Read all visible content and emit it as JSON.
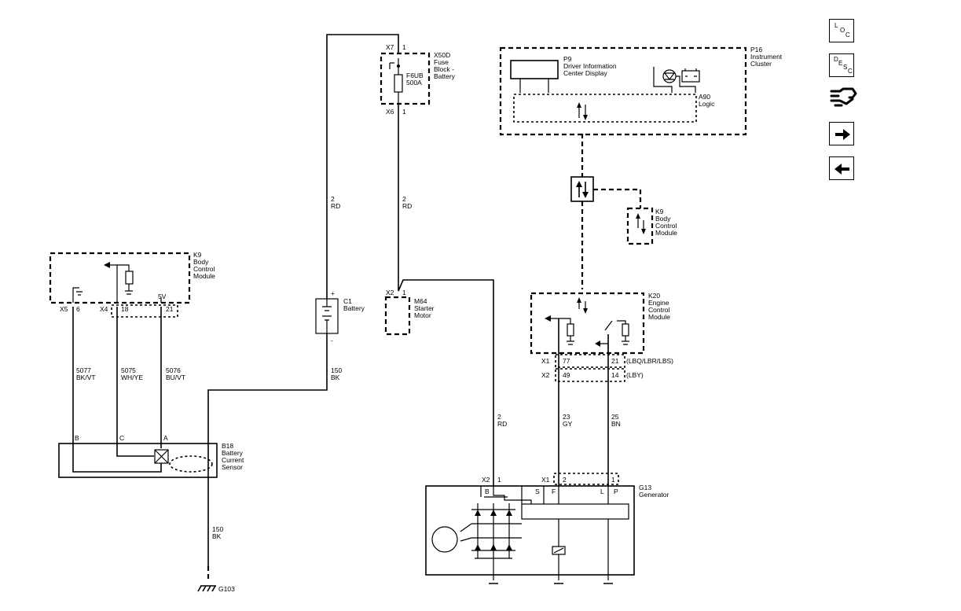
{
  "nav": {
    "loc": [
      "L",
      "O",
      "C"
    ],
    "desc": [
      "D",
      "E",
      "S",
      "C"
    ]
  },
  "components": {
    "x50d": [
      "X50D",
      "Fuse",
      "Block -",
      "Battery"
    ],
    "f6ub": [
      "F6UB",
      "500A"
    ],
    "p16": [
      "P16",
      "Instrument",
      "Cluster"
    ],
    "p9": [
      "P9",
      "Driver Information",
      "Center Display"
    ],
    "a90": [
      "A90",
      "Logic"
    ],
    "k9_left": [
      "K9",
      "Body",
      "Control",
      "Module"
    ],
    "k9_right": [
      "K9",
      "Body",
      "Control",
      "Module"
    ],
    "c1": [
      "C1",
      "Battery"
    ],
    "m64": [
      "M64",
      "Starter",
      "Motor"
    ],
    "k20": [
      "K20",
      "Engine",
      "Control",
      "Module"
    ],
    "b18": [
      "B18",
      "Battery",
      "Current",
      "Sensor"
    ],
    "g13": [
      "G13",
      "Generator"
    ],
    "g103": "G103"
  },
  "connectors": {
    "x7": "X7",
    "x7_pin": "1",
    "x6": "X6",
    "x6_pin": "1",
    "x2_m64": "X2",
    "x2_m64_pin": "1",
    "x5": "X5",
    "x5_pin": "6",
    "x4": "X4",
    "x4_pin18": "18",
    "x4_pin21": "21",
    "v5": "5V",
    "k20_x1": "X1",
    "k20_x1_pin77": "77",
    "k20_x1_pin21": "21",
    "k20_x1_note": "(LBQ/LBR/LBS)",
    "k20_x2": "X2",
    "k20_x2_pin49": "49",
    "k20_x2_pin14": "14",
    "k20_x2_note": "(LBY)",
    "g13_x2": "X2",
    "g13_x2_pin": "1",
    "g13_x1": "X1",
    "g13_x1_pin2": "2",
    "g13_x1_pin1": "1",
    "g13_b": "B",
    "g13_s": "S",
    "g13_f": "F",
    "g13_l": "L",
    "g13_p": "P",
    "b18_b": "B",
    "b18_c": "C",
    "b18_a": "A",
    "batt_plus": "+",
    "batt_minus": "-"
  },
  "wires": {
    "w_fuse_left": [
      "2",
      "RD"
    ],
    "w_fuse_right": [
      "2",
      "RD"
    ],
    "w_150_top": [
      "150",
      "BK"
    ],
    "w_150_bottom": [
      "150",
      "BK"
    ],
    "w_5077": [
      "5077",
      "BK/VT"
    ],
    "w_5075": [
      "5075",
      "WH/YE"
    ],
    "w_5076": [
      "5076",
      "BU/VT"
    ],
    "w_gen_b": [
      "2",
      "RD"
    ],
    "w_23": [
      "23",
      "GY"
    ],
    "w_25": [
      "25",
      "BN"
    ]
  }
}
